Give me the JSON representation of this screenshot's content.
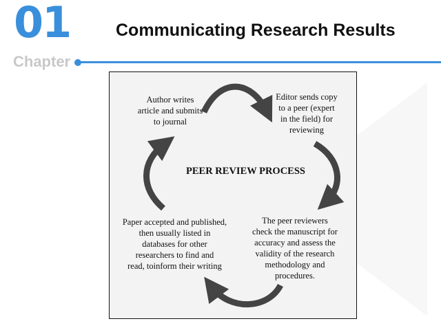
{
  "header": {
    "chapter_number": "01",
    "chapter_label": "Chapter",
    "title": "Communicating Research Results",
    "accent_color": "#3a8fdc"
  },
  "diagram": {
    "center_label": "PEER REVIEW PROCESS",
    "steps": [
      {
        "text": "Author writes\narticle and submits\nto journal"
      },
      {
        "text": "Editor sends copy\nto  a peer (expert\nin the field) for\nreviewing"
      },
      {
        "text": "The peer reviewers\ncheck the manuscript for\naccuracy and  assess the\nvalidity of the research\nmethodology and\nprocedures."
      },
      {
        "text": "Paper accepted and published,\nthen  usually listed in\ndatabases for other\nresearchers to find and\nread, toinform their writing"
      }
    ],
    "arrow_color": "#444444"
  }
}
